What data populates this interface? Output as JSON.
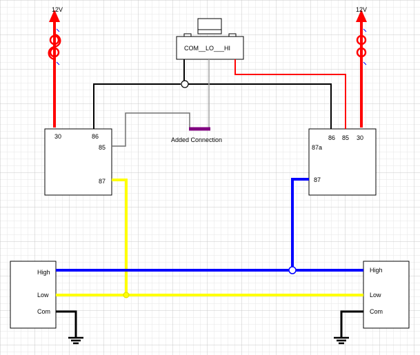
{
  "colors": {
    "power": "#ff0000",
    "dark_red": "#cc0000",
    "blue": "#0000ff",
    "yellow": "#ffff00",
    "black": "#000000",
    "gray": "#808080",
    "purple": "#800080",
    "grid_major": "#c8c8c8",
    "grid_minor": "#e6e6e6"
  },
  "supplies": {
    "left": "12V",
    "right": "12V"
  },
  "switch": {
    "label": "COM__LO___HI"
  },
  "added_connection": "Added Connection",
  "left_relay": {
    "pin_30": "30",
    "pin_86": "86",
    "pin_85": "85",
    "pin_87": "87"
  },
  "right_relay": {
    "pin_86": "86",
    "pin_85": "85",
    "pin_30": "30",
    "pin_87a": "87a",
    "pin_87": "87"
  },
  "left_motor": {
    "high": "High",
    "low": "Low",
    "com": "Com"
  },
  "right_motor": {
    "high": "High",
    "low": "Low",
    "com": "Com"
  }
}
